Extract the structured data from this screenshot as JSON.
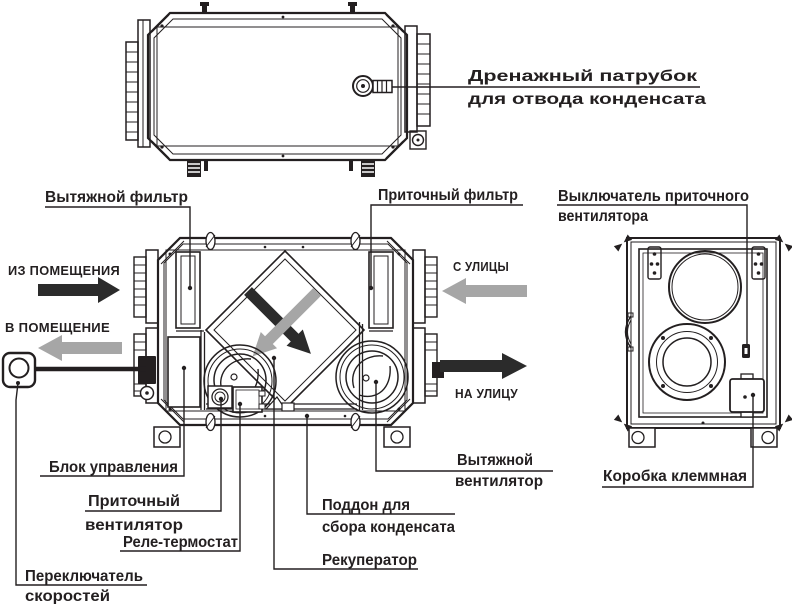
{
  "diagram_title": "ventilation-unit-schematic",
  "colors": {
    "line": "#231f20",
    "dark_arrow": "#2b2b2b",
    "gray_arrow": "#a6a6a6",
    "background": "#ffffff"
  },
  "labels": {
    "drain": {
      "line1": "Дренажный патрубок",
      "line2": "для отвода конденсата"
    },
    "exhaust_filter": "Вытяжной фильтр",
    "supply_filter": "Приточный фильтр",
    "supply_fan_switch": {
      "line1": "Выключатель приточного",
      "line2": "вентилятора"
    },
    "control_unit": "Блок управления",
    "supply_fan": {
      "line1": "Приточный",
      "line2": "вентилятор"
    },
    "relay_thermostat": "Реле-термостат",
    "drain_pan": {
      "line1": "Поддон для",
      "line2": "сбора конденсата"
    },
    "recuperator": "Рекуператор",
    "exhaust_fan": {
      "line1": "Вытяжной",
      "line2": "вентилятор"
    },
    "terminal_box": "Коробка клеммная",
    "speed_switch": {
      "line1": "Переключатель",
      "line2": "скоростей"
    }
  },
  "flow_arrows": {
    "from_room": {
      "label": "ИЗ ПОМЕЩЕНИЯ",
      "direction": "right",
      "color": "#2b2b2b"
    },
    "to_room": {
      "label": "В ПОМЕЩЕНИЕ",
      "direction": "left",
      "color": "#a6a6a6"
    },
    "from_street": {
      "label": "С УЛИЦЫ",
      "direction": "left",
      "color": "#a6a6a6"
    },
    "to_street": {
      "label": "НА УЛИЦУ",
      "direction": "right",
      "color": "#2b2b2b"
    }
  }
}
